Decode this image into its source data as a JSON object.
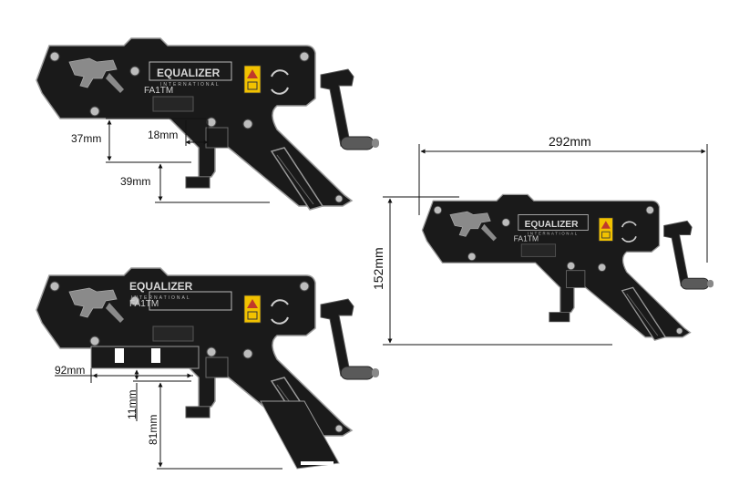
{
  "brand": {
    "name": "EQUALIZER",
    "subtitle": "INTERNATIONAL",
    "model": "FA1TM"
  },
  "views": {
    "closed": {
      "dim_jaw_height": "37mm",
      "dim_jaw_width": "18mm",
      "dim_drop": "39mm"
    },
    "open": {
      "dim_length": "92mm",
      "dim_gap": "11mm",
      "dim_drop": "81mm"
    },
    "overall": {
      "dim_width": "292mm",
      "dim_height": "152mm"
    }
  },
  "colors": {
    "body": "#1a1a1a",
    "outline": "#9a9a9a",
    "warning": "#f2c200",
    "line": "#111111"
  }
}
